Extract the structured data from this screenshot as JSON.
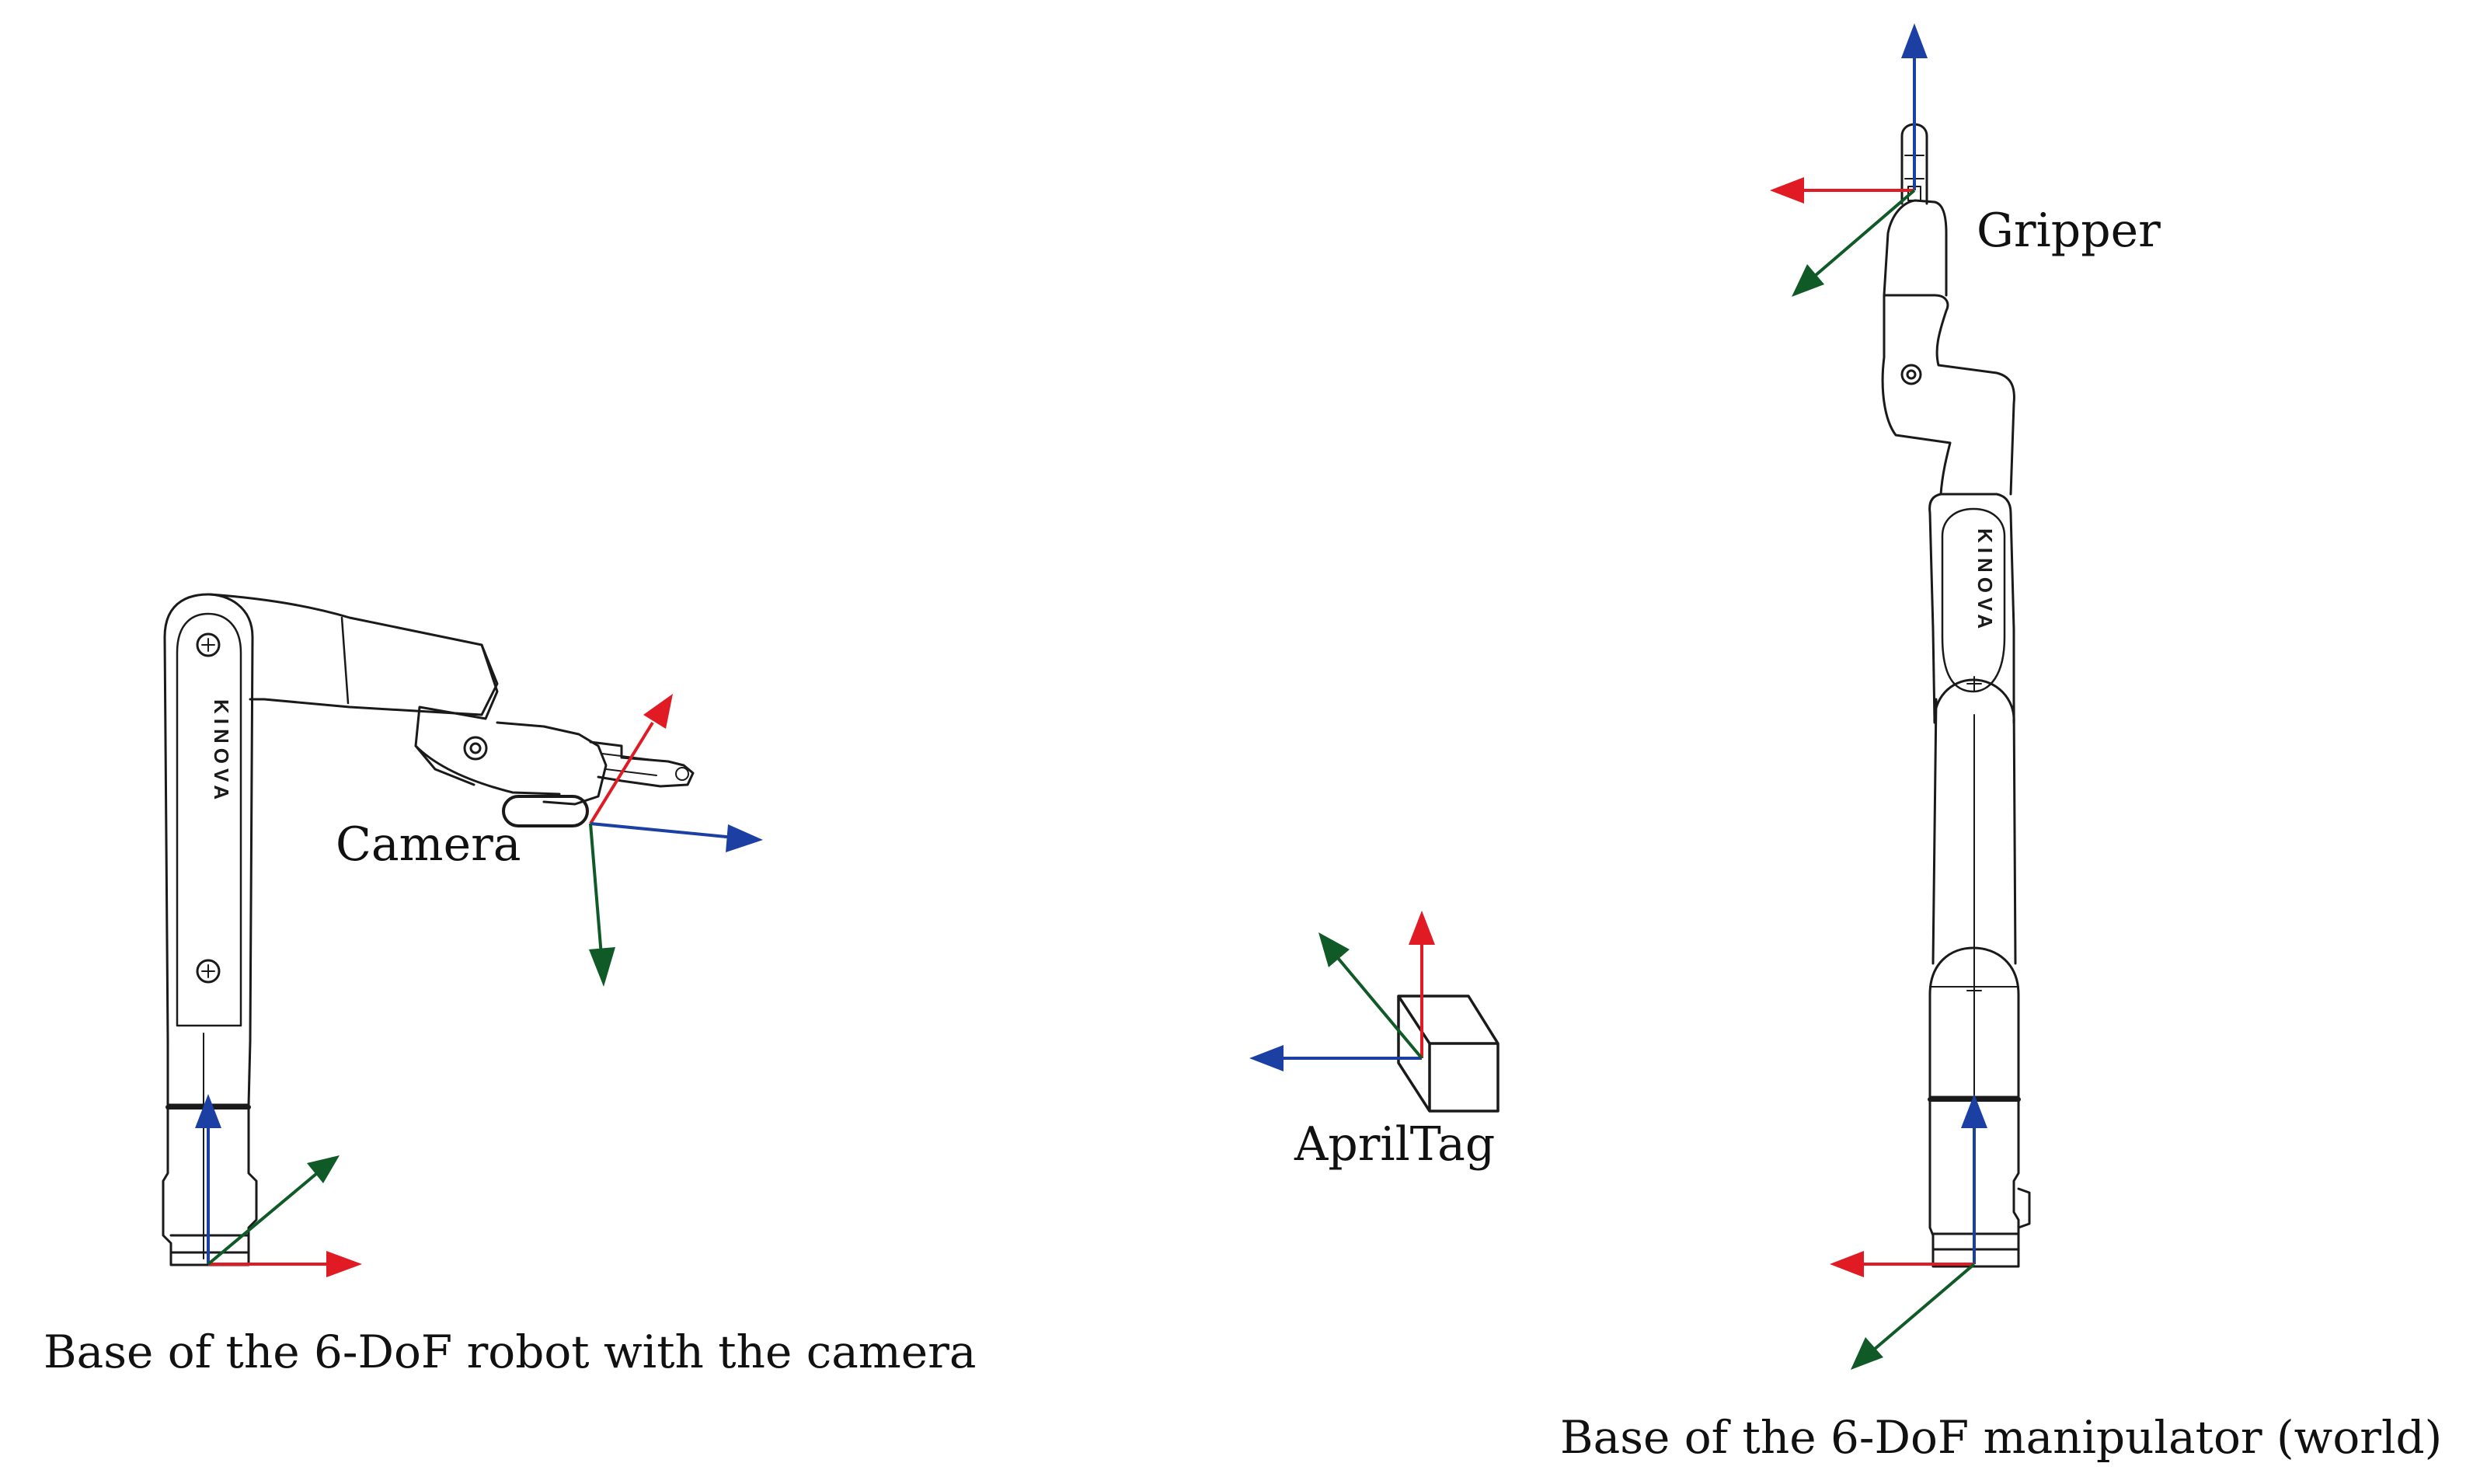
{
  "labels": {
    "camera": "Camera",
    "apriltag": "AprilTag",
    "gripper": "Gripper"
  },
  "captions": {
    "left_robot": "Base of the 6-DoF robot with the camera",
    "right_robot": "Base of the 6-DoF manipulator (world)"
  },
  "brand": "KINOVA",
  "axis_colors": {
    "red": "#e01b24",
    "green": "#0f5a26",
    "blue": "#1c3fa3"
  }
}
